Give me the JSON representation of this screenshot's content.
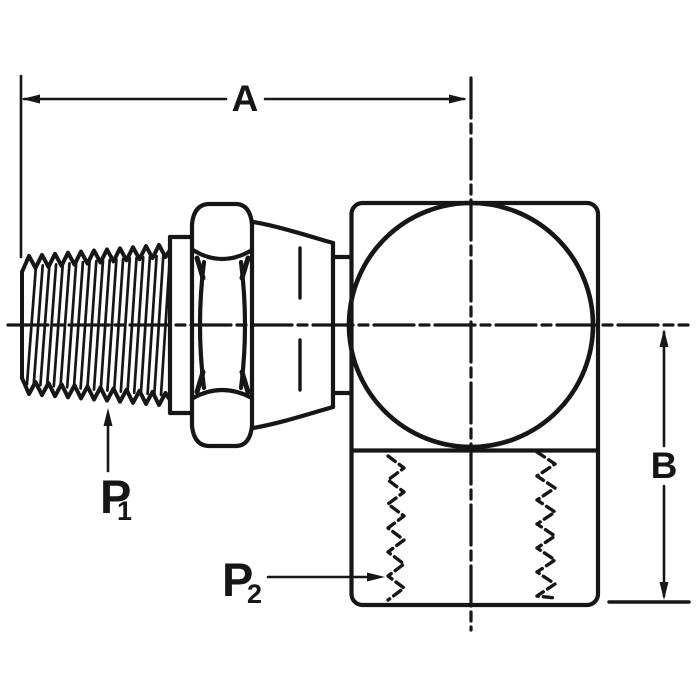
{
  "figure": {
    "labels": {
      "dim_a": "A",
      "dim_b": "B",
      "port1": "P",
      "port1_sub": "1",
      "port2": "P",
      "port2_sub": "2"
    },
    "colors": {
      "ink": "#161616",
      "background": "#ffffff"
    }
  }
}
